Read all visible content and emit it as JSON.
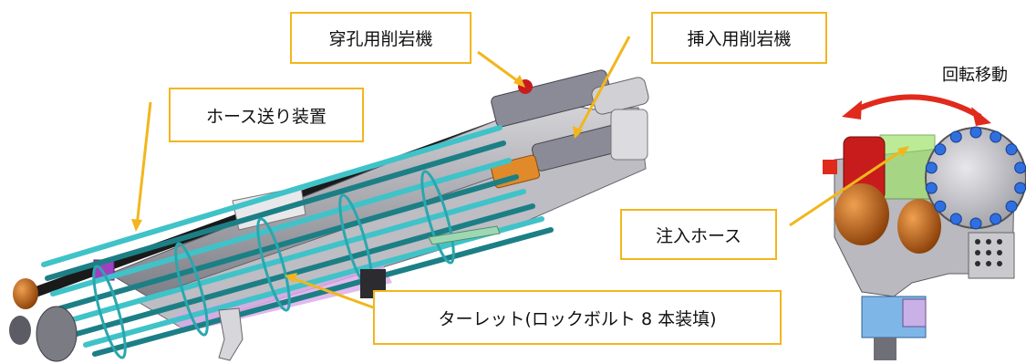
{
  "labels": {
    "drill_rock_drill": "穿孔用削岩機",
    "insert_rock_drill": "挿入用削岩機",
    "hose_feed_device": "ホース送り装置",
    "rotation_move": "回転移動",
    "injection_hose": "注入ホース",
    "turret": "ターレット(ロックボルト 8 本装填)"
  },
  "colors": {
    "label_border": "#f2b61c",
    "pointer": "#f2b61c",
    "rotation_arrow": "#e02a1c",
    "rod": "#3fc3c9",
    "rod_dark": "#1c7f86",
    "machine_gray": "#a8a8ae",
    "orange": "#cf6a12",
    "red_part": "#c81c1c",
    "purple_part": "#a040c0",
    "blue_drum": "#2f6fe0"
  },
  "icons": {
    "rotation_arrow": "double-headed-curved-arrow"
  }
}
